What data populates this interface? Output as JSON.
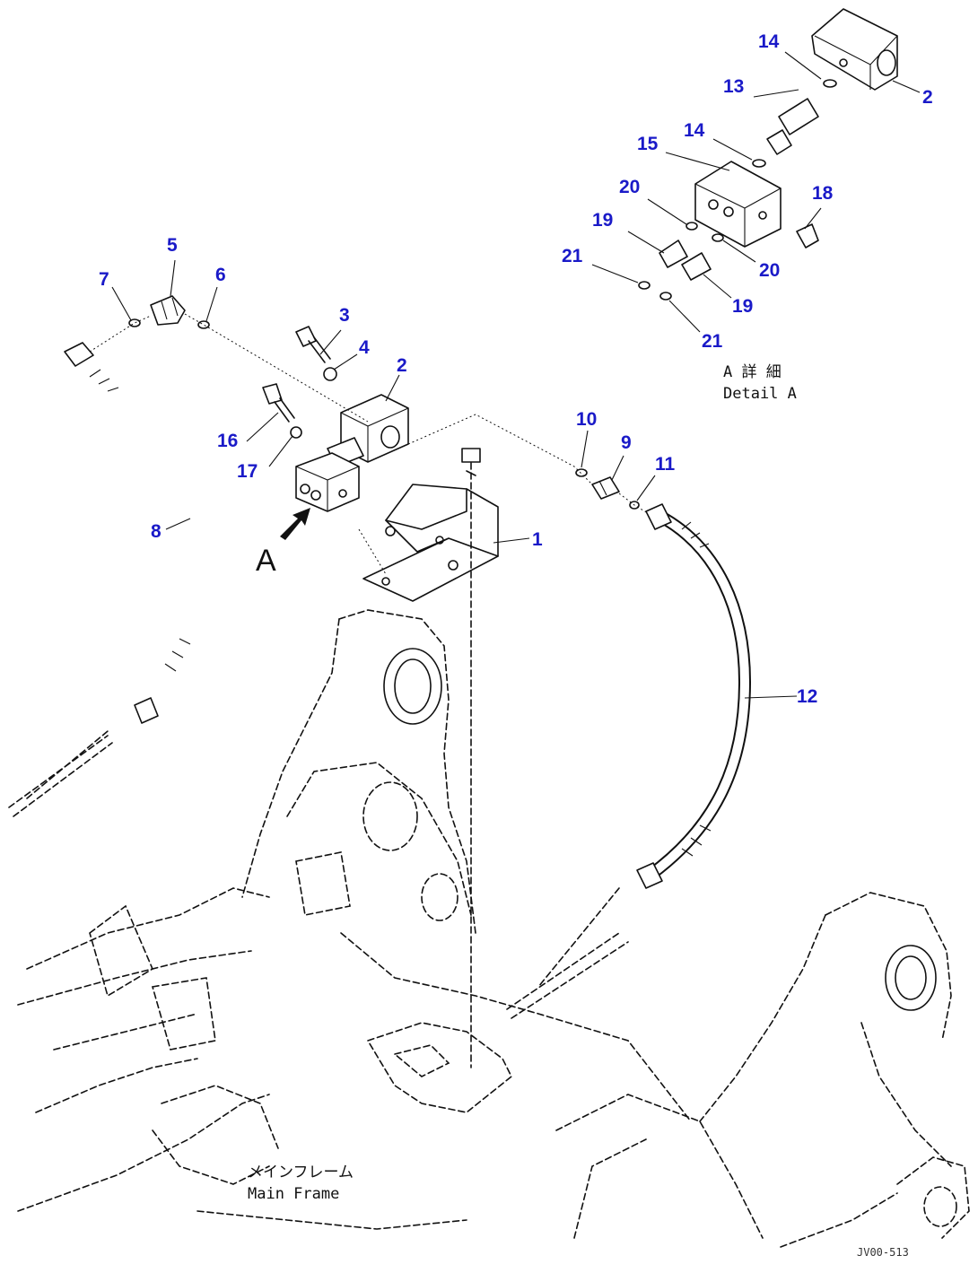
{
  "callouts": {
    "c1": "1",
    "c2a": "2",
    "c2b": "2",
    "c3": "3",
    "c4": "4",
    "c5": "5",
    "c6": "6",
    "c7": "7",
    "c8": "8",
    "c9": "9",
    "c10": "10",
    "c11": "11",
    "c12": "12",
    "c13": "13",
    "c14a": "14",
    "c14b": "14",
    "c15": "15",
    "c16": "16",
    "c17": "17",
    "c18": "18",
    "c19a": "19",
    "c19b": "19",
    "c20a": "20",
    "c20b": "20",
    "c21a": "21",
    "c21b": "21"
  },
  "labels": {
    "view_letter": "A",
    "detail_jp": "A 詳 細",
    "detail_en": "Detail A",
    "main_frame_jp": "メインフレーム",
    "main_frame_en": "Main Frame",
    "drawing_code": "JV00-513"
  },
  "colors": {
    "callout": "#1a1ac8",
    "line": "#111111"
  }
}
